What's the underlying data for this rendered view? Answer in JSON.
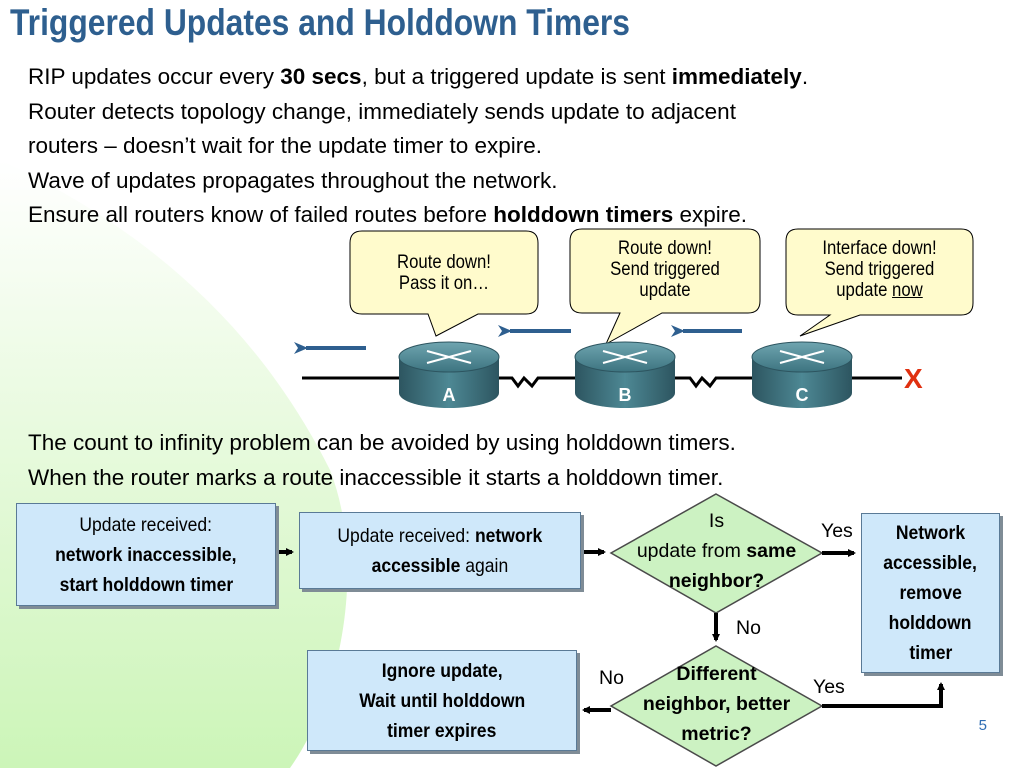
{
  "title": "Triggered Updates and Holddown Timers",
  "intro_lines": [
    {
      "pre": "RIP updates occur every ",
      "b1": "30 secs",
      "mid": ", but a triggered update is sent ",
      "b2": "immediately",
      "post": "."
    },
    {
      "text": "Router detects topology change, immediately sends update to adjacent"
    },
    {
      "text": "routers – doesn’t wait for the update timer to expire."
    },
    {
      "text": "Wave of updates propagates throughout the network."
    },
    {
      "pre": "Ensure all routers know of failed routes before ",
      "bold": "holddown timers",
      "post": " expire."
    }
  ],
  "callouts": {
    "a": {
      "line1": "Route down!",
      "line2": "Pass it on…"
    },
    "b": {
      "line1": "Route down!",
      "line2": "Send triggered",
      "line3": "update"
    },
    "c": {
      "line1": "Interface down!",
      "line2": "Send triggered",
      "line3_pre": "update ",
      "line3_u": "now"
    }
  },
  "routers": {
    "a": "A",
    "b": "B",
    "c": "C"
  },
  "failure_mark": "X",
  "lower_lines": [
    "The count to infinity problem can be avoided by using holddown timers.",
    "When the router marks a route inaccessible it starts a holddown timer."
  ],
  "flow": {
    "start": {
      "line1": "Update received:",
      "line2": "network inaccessible,",
      "line3": "start holddown timer"
    },
    "received": {
      "pre": "Update received: ",
      "bold1": "network",
      "bold2": "accessible",
      "post": " again"
    },
    "same_neighbor": {
      "line1": "Is",
      "line2_pre": "update from ",
      "line2_bold": "same",
      "line3": "neighbor?"
    },
    "accessible": {
      "line1": "Network",
      "line2": "accessible,",
      "line3": "remove",
      "line4": "holddown",
      "line5": "timer"
    },
    "different": {
      "line1": "Different",
      "line2": "neighbor, better",
      "line3": "metric?"
    },
    "ignore": {
      "line1": "Ignore update,",
      "line2": "Wait until holddown",
      "line3": "timer expires"
    },
    "labels": {
      "yes_top": "Yes",
      "no_down": "No",
      "yes_bottom": "Yes",
      "no_left": "No"
    }
  },
  "page_number": "5",
  "colors": {
    "title": "#2e5f8f",
    "box_fill": "#cfe8fa",
    "callout_fill": "#fffbcc",
    "failure": "#e03010",
    "page_number": "#2f6db3"
  }
}
